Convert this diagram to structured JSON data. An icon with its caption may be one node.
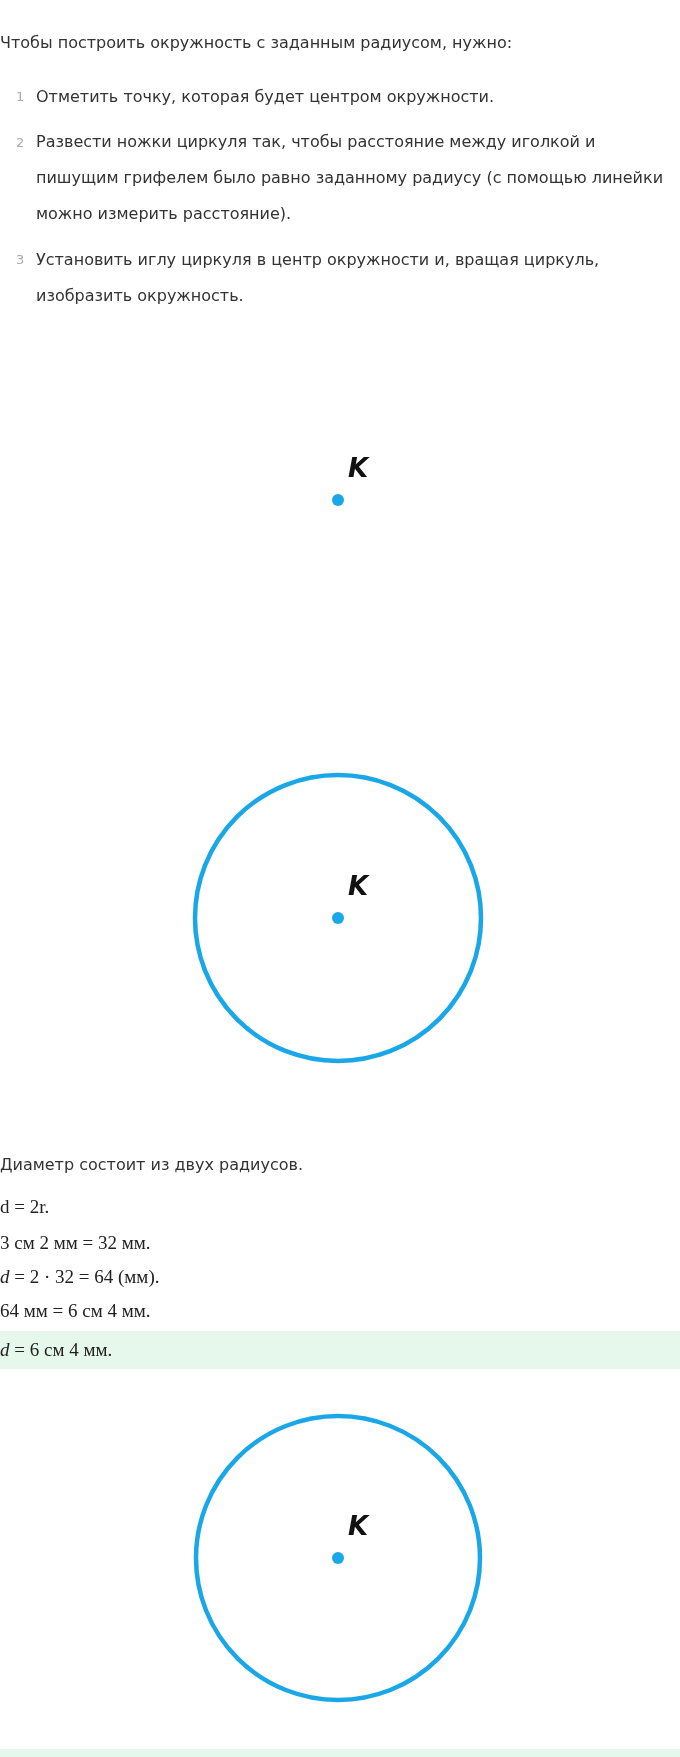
{
  "diagram": {
    "nodes": [
      {
        "text": [
          "K"
        ]
      },
      {
        "text": [
          "K"
        ]
      },
      {
        "text": [
          "K"
        ]
      }
    ],
    "edges": [],
    "labels": [
      "Чтобы построить окружность с заданным радиусом, нужно:",
      "1",
      "Отметить точку, которая будет центром окружности.",
      "2",
      "Развести ножки циркуля так, чтобы расстояние между иголкой и пишущим грифелем было равно заданному радиусу (с помощью линейки можно измерить расстояние).",
      "3",
      "Установить иглу циркуля в центр окружности и, вращая циркуль, изобразить окружность.",
      "Диаметр состоит из двух радиусов.",
      "d = 2r.",
      "3 см 2 мм = 32 мм.",
      "*d* = 2 · 32 = 64 (мм).",
      "64 мм = 6 см 4 мм.",
      "*d* = 6 см 4 мм."
    ]
  }
}
